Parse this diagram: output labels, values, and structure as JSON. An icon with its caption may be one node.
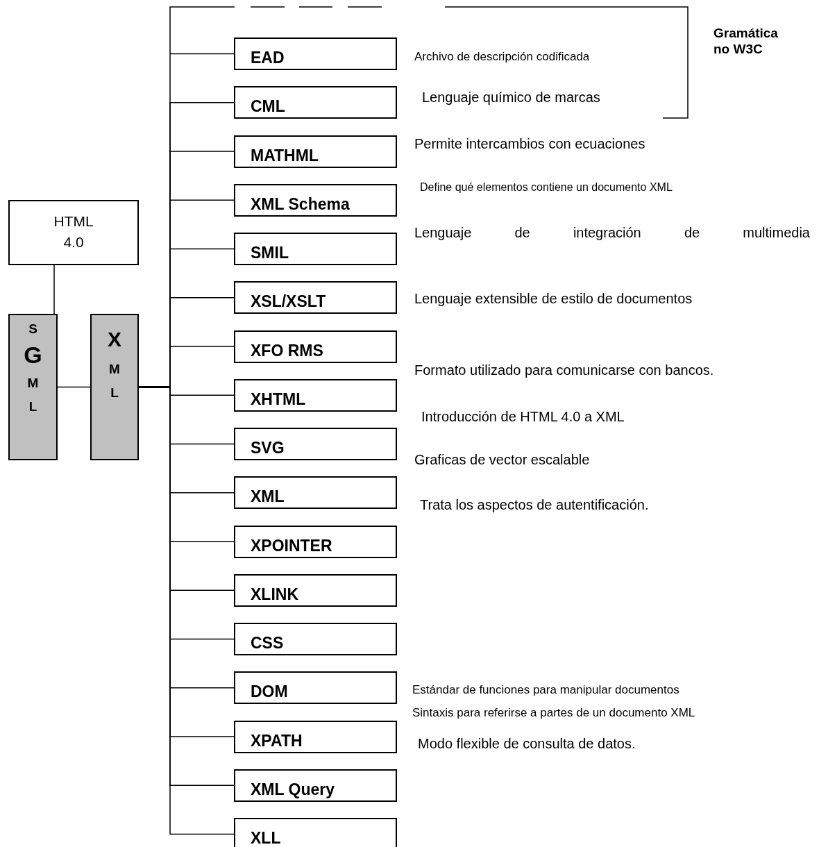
{
  "diagram": {
    "nodes": [
      {
        "text": [
          "HTML 4.0"
        ]
      },
      {
        "text": [
          "S G M L"
        ]
      },
      {
        "text": [
          "X M L"
        ]
      },
      {
        "text": [
          "EAD"
        ],
        "beside": [
          "Archivo de descripción codificada"
        ]
      },
      {
        "text": [
          "CML"
        ],
        "beside": [
          "Lenguaje químico de marcas"
        ]
      },
      {
        "text": [
          "MATHML"
        ],
        "beside": [
          "Permite intercambios con ecuaciones"
        ]
      },
      {
        "text": [
          "XML Schema"
        ],
        "beside": [
          "Define qué elementos contiene un documento XML"
        ]
      },
      {
        "text": [
          "SMIL"
        ],
        "beside": [
          "Lenguaje de integración de multimedia"
        ]
      },
      {
        "text": [
          "XSL/XSLT"
        ],
        "beside": [
          "Lenguaje extensible de estilo de documentos"
        ]
      },
      {
        "text": [
          "XFO RMS"
        ],
        "beside": [
          "Formato utilizado para comunicarse con bancos."
        ]
      },
      {
        "text": [
          "XHTML"
        ],
        "beside": [
          "Introducción de HTML 4.0 a XML"
        ]
      },
      {
        "text": [
          "SVG"
        ],
        "beside": [
          "Graficas de vector escalable"
        ]
      },
      {
        "text": [
          "XML"
        ],
        "beside": [
          "Trata los aspectos de autentificación."
        ]
      },
      {
        "text": [
          "XPOINTER"
        ]
      },
      {
        "text": [
          "XLINK"
        ]
      },
      {
        "text": [
          "CSS"
        ]
      },
      {
        "text": [
          "DOM"
        ],
        "beside": [
          "Estándar de funciones para manipular documentos"
        ]
      },
      {
        "text": [
          "XPATH"
        ],
        "beside": [
          "Sintaxis para referirse a partes de un documento XML"
        ]
      },
      {
        "text": [
          "XML Query"
        ],
        "beside": [
          "Modo flexible de consulta de datos."
        ]
      },
      {
        "text": [
          "XLL"
        ]
      }
    ],
    "edges": [
      {
        "from": 0,
        "to": 1,
        "arrow": "none"
      },
      {
        "from": 1,
        "to": 2,
        "arrow": "none"
      },
      {
        "from": 2,
        "to": 3,
        "arrow": "none"
      },
      {
        "from": 2,
        "to": 4,
        "arrow": "none"
      },
      {
        "from": 2,
        "to": 5,
        "arrow": "none"
      },
      {
        "from": 2,
        "to": 6,
        "arrow": "none"
      },
      {
        "from": 2,
        "to": 7,
        "arrow": "none"
      },
      {
        "from": 2,
        "to": 8,
        "arrow": "none"
      },
      {
        "from": 2,
        "to": 9,
        "arrow": "none"
      },
      {
        "from": 2,
        "to": 10,
        "arrow": "none"
      },
      {
        "from": 2,
        "to": 11,
        "arrow": "none"
      },
      {
        "from": 2,
        "to": 12,
        "arrow": "none"
      },
      {
        "from": 2,
        "to": 13,
        "arrow": "none"
      },
      {
        "from": 2,
        "to": 14,
        "arrow": "none"
      },
      {
        "from": 2,
        "to": 15,
        "arrow": "none"
      },
      {
        "from": 2,
        "to": 16,
        "arrow": "none"
      },
      {
        "from": 2,
        "to": 17,
        "arrow": "none"
      },
      {
        "from": 2,
        "to": 18,
        "arrow": "none"
      },
      {
        "from": 2,
        "to": 19,
        "arrow": "none"
      }
    ],
    "labels": [
      "Gramática no W3C"
    ]
  }
}
